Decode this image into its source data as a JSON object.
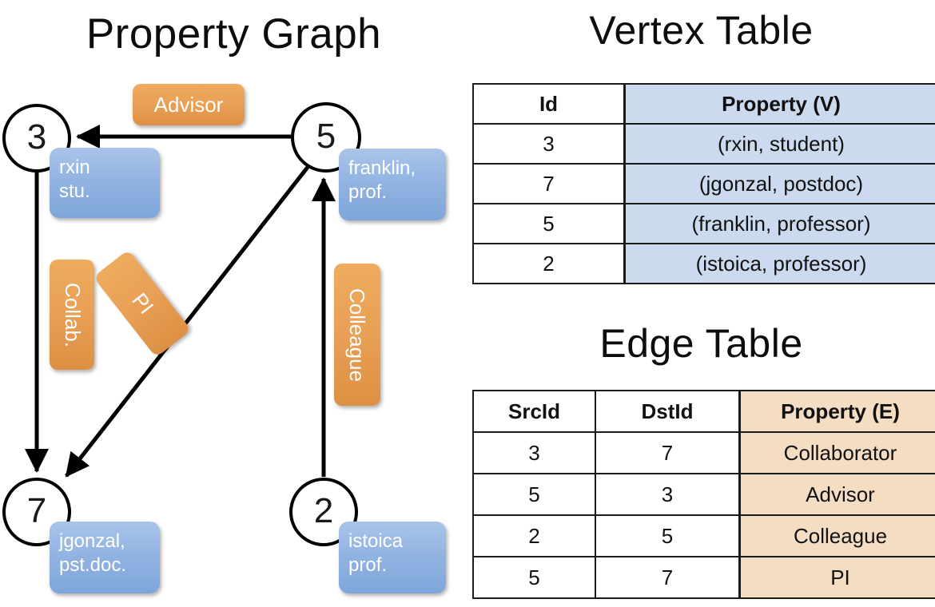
{
  "titles": {
    "property_graph": "Property Graph",
    "vertex_table": "Vertex Table",
    "edge_table": "Edge Table"
  },
  "graph": {
    "vertices": [
      {
        "id": "3",
        "label_lines": [
          "rxin",
          "stu."
        ]
      },
      {
        "id": "5",
        "label_lines": [
          "franklin,",
          "prof."
        ]
      },
      {
        "id": "7",
        "label_lines": [
          "jgonzal,",
          "pst.doc."
        ]
      },
      {
        "id": "2",
        "label_lines": [
          "istoica",
          "prof."
        ]
      }
    ],
    "vertex_3_id": "3",
    "vertex_5_id": "5",
    "vertex_7_id": "7",
    "vertex_2_id": "2",
    "prop_rxin_line1": "rxin",
    "prop_rxin_line2": "stu.",
    "prop_franklin_line1": "franklin,",
    "prop_franklin_line2": "prof.",
    "prop_jgonzal_line1": "jgonzal,",
    "prop_jgonzal_line2": "pst.doc.",
    "prop_istoica_line1": "istoica",
    "prop_istoica_line2": "prof.",
    "edge_labels": {
      "advisor": "Advisor",
      "collab": "Collab.",
      "pi": "PI",
      "colleague": "Colleague"
    },
    "edges": [
      {
        "from": "5",
        "to": "3",
        "label": "Advisor"
      },
      {
        "from": "3",
        "to": "7",
        "label": "Collab."
      },
      {
        "from": "5",
        "to": "7",
        "label": "PI"
      },
      {
        "from": "2",
        "to": "5",
        "label": "Colleague"
      }
    ]
  },
  "vertex_table": {
    "headers": [
      "Id",
      "Property (V)"
    ],
    "rows": [
      [
        "3",
        "(rxin, student)"
      ],
      [
        "7",
        "(jgonzal, postdoc)"
      ],
      [
        "5",
        "(franklin, professor)"
      ],
      [
        "2",
        "(istoica, professor)"
      ]
    ]
  },
  "edge_table": {
    "headers": [
      "SrcId",
      "DstId",
      "Property (E)"
    ],
    "rows": [
      [
        "3",
        "7",
        "Collaborator"
      ],
      [
        "5",
        "3",
        "Advisor"
      ],
      [
        "2",
        "5",
        "Colleague"
      ],
      [
        "5",
        "7",
        "PI"
      ]
    ]
  },
  "colors": {
    "vertex_property_fill": "#ccdaef",
    "edge_property_fill": "#f5ddc3",
    "node_box_blue": "#93b4e2",
    "edge_label_orange": "#e8a055",
    "stroke": "#000000"
  }
}
